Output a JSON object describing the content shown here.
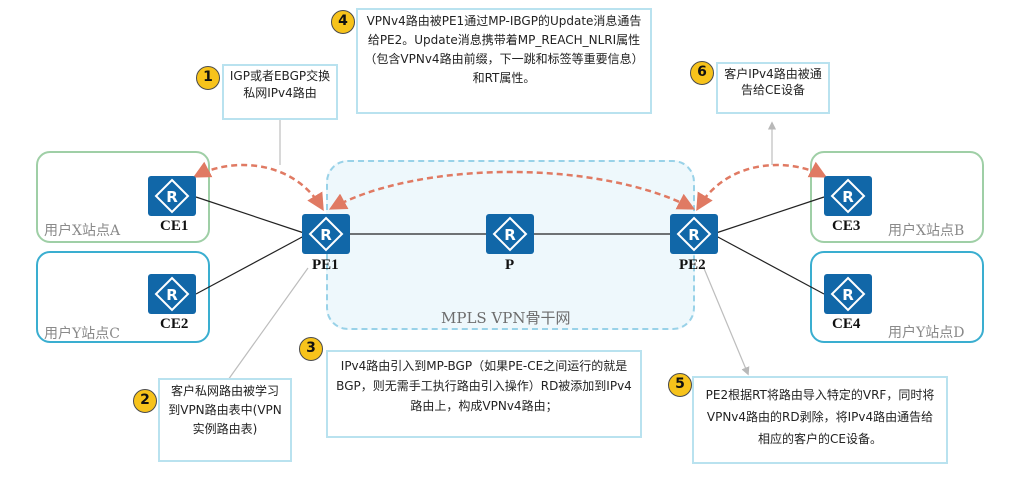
{
  "backbone": {
    "label": "MPLS VPN骨干网"
  },
  "sites": {
    "x_a": "用户X站点A",
    "y_c": "用户Y站点C",
    "x_b": "用户X站点B",
    "y_d": "用户Y站点D"
  },
  "devices": {
    "ce1": "CE1",
    "ce2": "CE2",
    "ce3": "CE3",
    "ce4": "CE4",
    "pe1": "PE1",
    "p": "P",
    "pe2": "PE2"
  },
  "steps": [
    {
      "num": "1",
      "text": "IGP或者EBGP交换私网IPv4路由"
    },
    {
      "num": "2",
      "text": "客户私网路由被学习到VPN路由表中(VPN实例路由表)"
    },
    {
      "num": "3",
      "text": "IPv4路由引入到MP-BGP（如果PE-CE之间运行的就是BGP，则无需手工执行路由引入操作）RD被添加到IPv4路由上，构成VPNv4路由；"
    },
    {
      "num": "4",
      "text": "VPNv4路由被PE1通过MP-IBGP的Update消息通告给PE2。Update消息携带着MP_REACH_NLRI属性（包含VPNv4路由前缀，下一跳和标签等重要信息）和RT属性。"
    },
    {
      "num": "5",
      "text": "PE2根据RT将路由导入特定的VRF，同时将VPNv4路由的RD剥除，将IPv4路由通告给相应的客户的CE设备。"
    },
    {
      "num": "6",
      "text": "客户IPv4路由被通告给CE设备"
    }
  ],
  "colors": {
    "router": "#1167a8",
    "green_site": "#9fcfa6",
    "blue_site": "#3aaed0",
    "backbone_border": "#99d2e8",
    "arrow": "#e07a63",
    "badge": "#f7c31b",
    "note_border": "#b9e2ef"
  },
  "icons": {
    "router": "router-icon"
  }
}
